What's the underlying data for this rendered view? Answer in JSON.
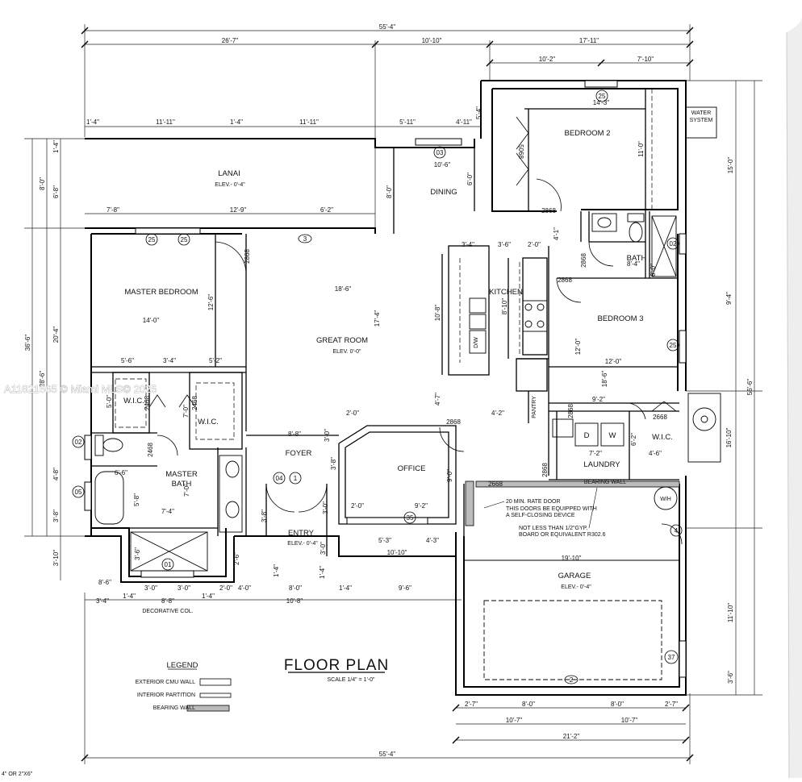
{
  "watermark": "A11821665 © Miami MLS© 2025",
  "title": "FLOOR PLAN",
  "scale": "SCALE 1/4\" = 1'-0\"",
  "footer_note": "4\" OR 2\"X6\"",
  "legend": {
    "heading": "LEGEND",
    "exterior": "EXTERIOR CMU WALL",
    "interior": "INTERIOR PARTITION",
    "bearing": "BEARING WALL"
  },
  "rooms": {
    "lanai": "LANAI",
    "lanai_elev": "ELEV.- 0'-4\"",
    "dining": "DINING",
    "bedroom2": "BEDROOM 2",
    "water": "WATER",
    "system": "SYSTEM",
    "master_bedroom": "MASTER BEDROOM",
    "great_room": "GREAT ROOM",
    "great_elev": "ELEV. 0'-0\"",
    "kitchen": "KITCHEN",
    "bath": "BATH",
    "bedroom3": "BEDROOM 3",
    "wic1": "W.I.C.",
    "wic2": "W.I.C.",
    "wic3": "W.I.C.",
    "pantry": "PANTRY",
    "foyer": "FOYER",
    "office": "OFFICE",
    "laundry": "LAUNDRY",
    "master": "MASTER",
    "bath2": "BATH",
    "entry": "ENTRY",
    "entry_elev": "ELEV.- 0'-4\"",
    "garage": "GARAGE",
    "garage_elev": "ELEV.- 0'-4\"",
    "wh": "W/H",
    "decorative": "DECORATIVE COL.",
    "bearing_wall": "BEARING WALL",
    "dw": "D/W",
    "d": "D",
    "w": "W"
  },
  "notes": {
    "rate1": "20 MIN. RATE DOOR",
    "rate2": "THIS DOORS BE EQUIPPED WITH",
    "rate3": "A SELF-CLOSING DEVICE",
    "gyp1": "NOT LESS THAN 1/2\"GYP.",
    "gyp2": "BOARD OR EQUIVALENT R302.6"
  },
  "dims": {
    "total_top": "55'-4\"",
    "total_bottom": "55'-4\"",
    "d26_7": "26'-7\"",
    "d10_10": "10'-10\"",
    "d17_11": "17'-11\"",
    "d10_2": "10'-2\"",
    "d7_10": "7'-10\"",
    "d14_3": "14'-3\"",
    "d1_4a": "1'-4\"",
    "d11_11a": "11'-11\"",
    "d1_4b": "1'-4\"",
    "d11_11b": "11'-11\"",
    "d5_11": "5'-11\"",
    "d4_11": "4'-11\"",
    "d5_4": "5'-4\"",
    "d10_6": "10'-6\"",
    "d6_0a": "6'-0\"",
    "d8_0a": "8'-0\"",
    "d11_0": "11'-0\"",
    "d15_0": "15'-0\"",
    "d7_8": "7'-8\"",
    "d12_9": "12'-9\"",
    "d6_2": "6'-2\"",
    "d4_1": "4'-1\"",
    "d8_4": "8'-4\"",
    "d6_0b": "6'-0\"",
    "d3_4": "3'-4\"",
    "d3_6": "3'-6\"",
    "d2_0a": "2'-0\"",
    "d18_6": "18'-6\"",
    "d12_6": "12'-6\"",
    "d14_0": "14'-0\"",
    "d10_8": "10'-8\"",
    "d8_10": "8'-10\"",
    "d17_4": "17'-4\"",
    "d12_0a": "12'-0\"",
    "d12_0b": "12'-0\"",
    "d9_4": "9'-4\"",
    "d5_6": "5'-6\"",
    "d3_4b": "3'-4\"",
    "d5_2": "5'-2\"",
    "d5_0": "5'-0\"",
    "d7_0a": "7'-0\"",
    "d4_7": "4'-7\"",
    "d9_2a": "9'-2\"",
    "d4_2": "4'-2\"",
    "d18_6b": "18'-6\"",
    "d56_6": "56'-6\"",
    "d16_10": "16'-10\"",
    "d2_0b": "2'-0\"",
    "d8_8": "8'-8\"",
    "d3_0a": "3'-0\"",
    "d3_8": "3'-8\"",
    "d9_0": "9'-0\"",
    "d6_2b": "6'-2\"",
    "d4_6": "4'-6\"",
    "d7_2": "7'-2\"",
    "d6_6": "6'-6\"",
    "d7_0b": "7'-0\"",
    "d5_8": "5'-8\"",
    "d7_4": "7'-4\"",
    "d2_0c": "2'-0\"",
    "d9_2b": "9'-2\"",
    "d5_3": "5'-3\"",
    "d4_3": "4'-3\"",
    "d10_10b": "10'-10\"",
    "d19_10": "19'-10\"",
    "d36_6": "36'-6\"",
    "d28_6": "28'-6\"",
    "d20_4": "20'-4\"",
    "d8_0b": "8'-0\"",
    "d6_8": "6'-8\"",
    "d1_4c": "1'-4\"",
    "d4_8": "4'-8\"",
    "d3_8b": "3'-8\"",
    "d3_10": "3'-10\"",
    "d3_6b": "3'-6\"",
    "d3_0b": "3'-0\"",
    "d8_0c": "8'-0\"",
    "d1_4d": "1'-4\"",
    "d10_8b": "10'-8\"",
    "d9_6": "9'-6\"",
    "d3_4c": "3'-4\"",
    "d8_8b": "8'-8\"",
    "d3_0c": "3'-0\"",
    "d3_0d": "3'-0\"",
    "d1_4e": "1'-4\"",
    "d2_0d": "2'-0\"",
    "d4_0": "4'-0\"",
    "d1_4f": "1'-4\"",
    "d2_6": "2'-6\"",
    "d11_10": "11'-10\"",
    "d3_6c": "3'-6\"",
    "d2_7a": "2'-7\"",
    "d8_0d": "8'-0\"",
    "d8_0e": "8'-0\"",
    "d2_7b": "2'-7\"",
    "d10_7a": "10'-7\"",
    "d10_7b": "10'-7\"",
    "d21_2": "21'-2\"",
    "d8_6": "8'-6\"",
    "d1_4g": "1'-4\"",
    "d3_0e": "3'-0\"",
    "d3_8c": "3'-8\"",
    "d1_4h": "1'-4\""
  },
  "doors": {
    "a": "2868",
    "b": "2868",
    "c": "2868",
    "d": "2868",
    "e": "2868",
    "f": "2468",
    "g": "2468",
    "h": "2468",
    "i": "2868",
    "j": "2668",
    "k": "2668",
    "l": "2868",
    "m": "5068"
  },
  "tags": {
    "t25a": "25",
    "t25b": "25",
    "t25c": "25",
    "t25d": "25",
    "t03": "03",
    "t3": "3",
    "t02a": "02",
    "t02b": "02",
    "t05": "05",
    "t04": "04",
    "t1": "1",
    "t01": "01",
    "t35": "35",
    "t4": "4",
    "t37": "37",
    "t2": "2"
  }
}
